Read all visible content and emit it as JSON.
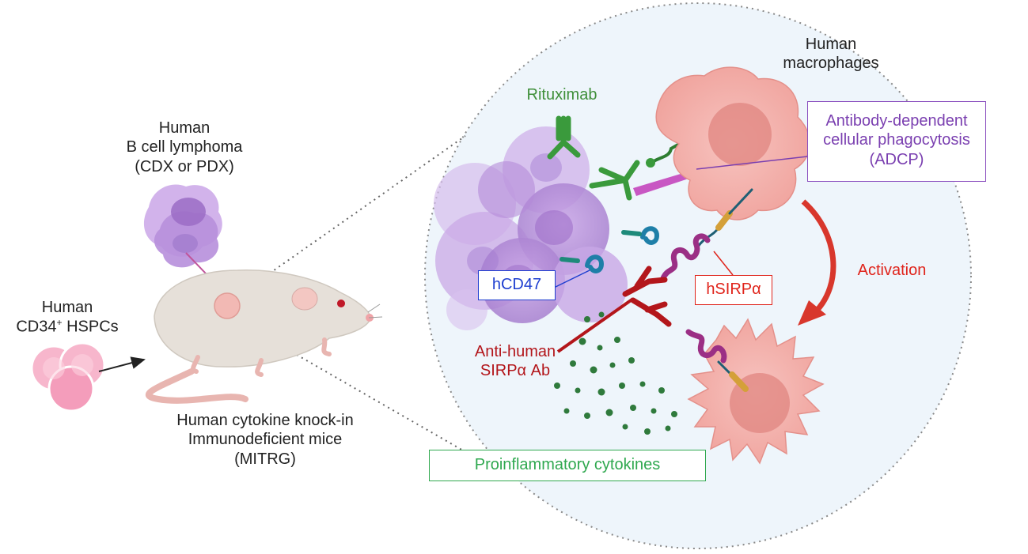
{
  "labels": {
    "lymphoma": [
      "Human",
      "B cell lymphoma",
      "(CDX or PDX)"
    ],
    "hspc": {
      "line1": "Human",
      "cd": "CD34",
      "sup": "+",
      "rest": " HSPCs"
    },
    "mice": [
      "Human cytokine knock-in",
      "Immunodeficient mice",
      "(MITRG)"
    ],
    "rituximab": "Rituximab",
    "macrophages": [
      "Human",
      "macrophages"
    ],
    "adcp": [
      "Antibody-dependent",
      "cellular phagocytosis",
      "(ADCP)"
    ],
    "activation": "Activation",
    "hcd47": "hCD47",
    "hsirpa": "hSIRPα",
    "antibody": [
      "Anti-human",
      "SIRPα Ab"
    ],
    "cytokines": "Proinflammatory cytokines"
  },
  "colors": {
    "rituximab": "#3f8f3a",
    "adcp": "#7a3fb0",
    "activation": "#e0241b",
    "hcd47": "#1f3fd0",
    "hsirpa": "#e0241b",
    "antibody": "#b3161b",
    "cytokines": "#2fa84f",
    "tumor": "#b58ad8",
    "macrophage": "#f4b1ac",
    "circle_fill": "#eef5fb"
  },
  "icons": [
    "mouse-icon",
    "tumor-cell-icon",
    "hspc-cell-icon",
    "macrophage-icon",
    "antibody-icon",
    "sirpa-receptor-icon",
    "cd47-receptor-icon",
    "cytokine-dot-icon"
  ]
}
